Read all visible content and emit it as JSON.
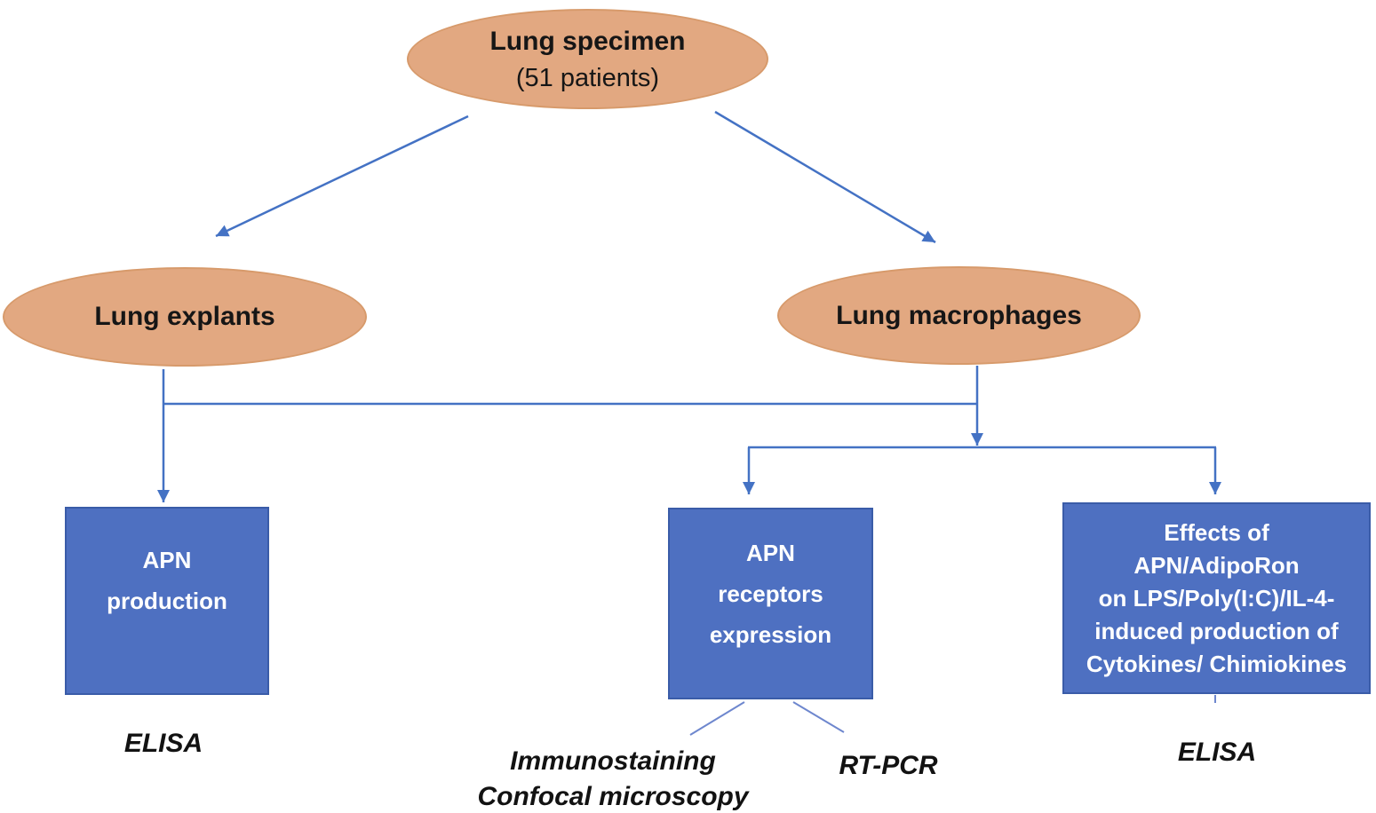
{
  "figure": {
    "type": "flowchart",
    "background": "#FFFFFF",
    "colors": {
      "ellipse_fill": "#E2A881",
      "ellipse_border": "#D79A6B",
      "box_fill": "#4E70C1",
      "box_border": "#3A5CA8",
      "connector_blue": "#4472C4",
      "box_text": "#FFFFFF",
      "label_text": "#121212"
    },
    "nodes": {
      "lung_specimen": {
        "title": "Lung specimen",
        "subtitle": "(51 patients)"
      },
      "lung_explants": {
        "label": "Lung explants"
      },
      "lung_macrophages": {
        "label": "Lung macrophages"
      },
      "apn_production": {
        "label": "APN\nproduction"
      },
      "apn_receptors_expression": {
        "label": "APN\nreceptors\nexpression"
      },
      "effects_apn_adiporon": {
        "label": "Effects of\nAPN/AdipoRon\non LPS/Poly(I:C)/IL-4-\ninduced production of\nCytokines/ Chimiokines"
      }
    },
    "method_labels": {
      "elisa_left": "ELISA",
      "immunostaining_confocal": "Immunostaining\nConfocal microscopy",
      "rt_pcr": "RT-PCR",
      "elisa_right": "ELISA"
    }
  }
}
